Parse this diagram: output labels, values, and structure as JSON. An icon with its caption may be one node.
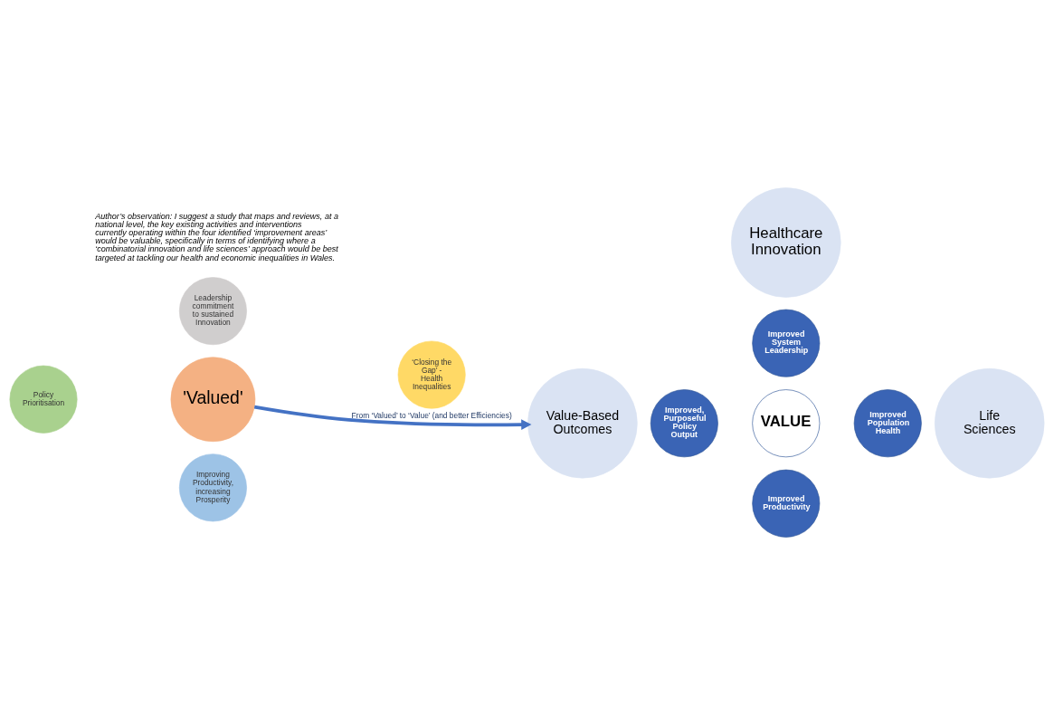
{
  "diagram": {
    "nodes": [
      {
        "text": [
          "'Valued'"
        ]
      },
      {
        "text": [
          "Leadership commitment to sustained Innovation"
        ]
      },
      {
        "text": [
          "Policy Prioritisation"
        ]
      },
      {
        "text": [
          "‘Closing the Gap’ - Health Inequalities"
        ]
      },
      {
        "text": [
          "Improving Productivity, increasing Prosperity"
        ]
      },
      {
        "text": [
          "Healthcare Innovation"
        ]
      },
      {
        "text": [
          "Value-Based Outcomes"
        ]
      },
      {
        "text": [
          "Life Sciences"
        ]
      },
      {
        "text": [
          "Improved System Leadership"
        ]
      },
      {
        "text": [
          "Improved, Purposeful Policy Output"
        ]
      },
      {
        "text": [
          "VALUE"
        ]
      },
      {
        "text": [
          "Improved Population Health"
        ]
      },
      {
        "text": [
          "Improved Productivity"
        ]
      }
    ],
    "edges": [
      {
        "from": 0,
        "to": 6,
        "arrow": "to",
        "label": "From ‘Valued’ to ‘Value’ (and better Efficiencies)",
        "color": "#4472c4"
      }
    ],
    "labels": [
      "Author’s observation: I suggest a study that maps and reviews, at a national level, the key existing activities and interventions currently operating within the four identified ‘improvement areas’ would be valuable, specifically in terms of identifying where a ‘combinatorial innovation and life sciences’ approach would be best targeted at tackling our health and economic inequalities in Wales."
    ]
  }
}
